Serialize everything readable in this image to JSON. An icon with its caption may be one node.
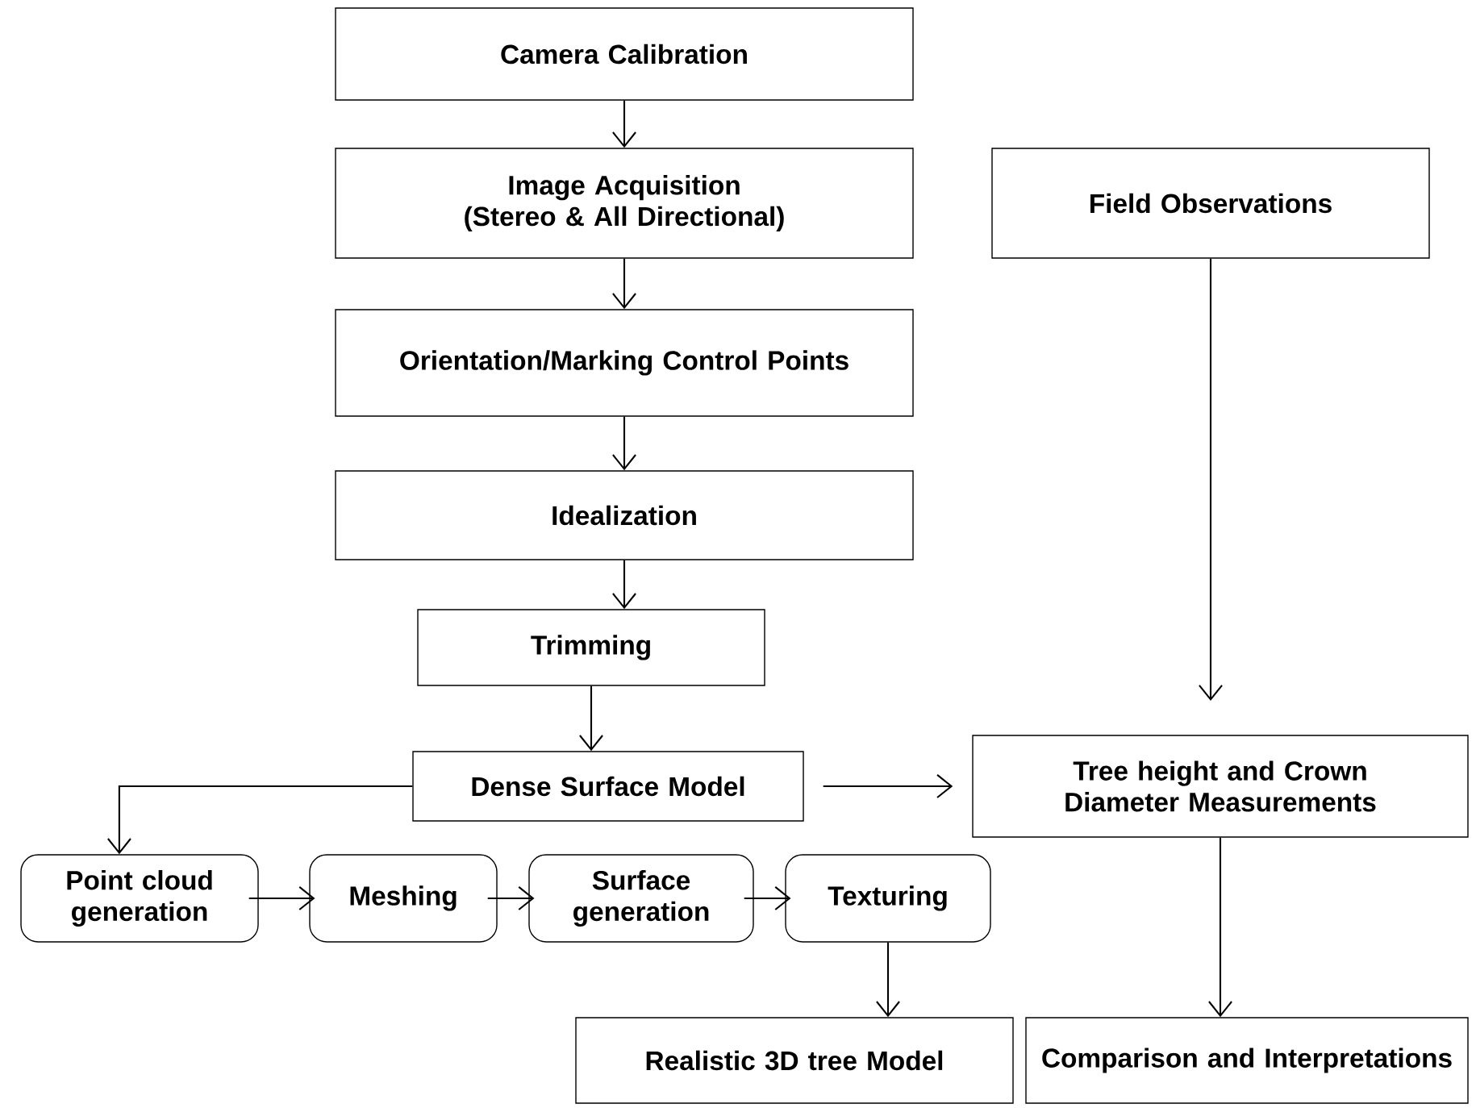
{
  "diagram": {
    "nodes": [
      {
        "text": [
          "Camera Calibration"
        ]
      },
      {
        "text": [
          "Image Acquisition (Stereo & All Directional)"
        ]
      },
      {
        "text": [
          "Orientation/Marking Control Points"
        ]
      },
      {
        "text": [
          "Idealization"
        ]
      },
      {
        "text": [
          "Trimming"
        ]
      },
      {
        "text": [
          "Dense Surface Model"
        ]
      },
      {
        "text": [
          "Point cloud generation"
        ]
      },
      {
        "text": [
          "Meshing"
        ]
      },
      {
        "text": [
          "Surface generation"
        ]
      },
      {
        "text": [
          "Texturing"
        ]
      },
      {
        "text": [
          "Realistic 3D tree Model"
        ]
      },
      {
        "text": [
          "Field Observations"
        ]
      },
      {
        "text": [
          "Tree height and Crown Diameter Measurements"
        ]
      },
      {
        "text": [
          "Comparison and Interpretations"
        ]
      }
    ],
    "edges": [
      {
        "from": 0,
        "to": 1,
        "arrow": "to"
      },
      {
        "from": 1,
        "to": 2,
        "arrow": "to"
      },
      {
        "from": 2,
        "to": 3,
        "arrow": "to"
      },
      {
        "from": 3,
        "to": 4,
        "arrow": "to"
      },
      {
        "from": 4,
        "to": 5,
        "arrow": "to"
      },
      {
        "from": 5,
        "to": 6,
        "arrow": "to"
      },
      {
        "from": 6,
        "to": 7,
        "arrow": "to"
      },
      {
        "from": 7,
        "to": 8,
        "arrow": "to"
      },
      {
        "from": 8,
        "to": 9,
        "arrow": "to"
      },
      {
        "from": 9,
        "to": 10,
        "arrow": "to"
      },
      {
        "from": 5,
        "to": 12,
        "arrow": "to"
      },
      {
        "from": 11,
        "to": 12,
        "arrow": "to"
      },
      {
        "from": 12,
        "to": 13,
        "arrow": "to"
      }
    ]
  }
}
